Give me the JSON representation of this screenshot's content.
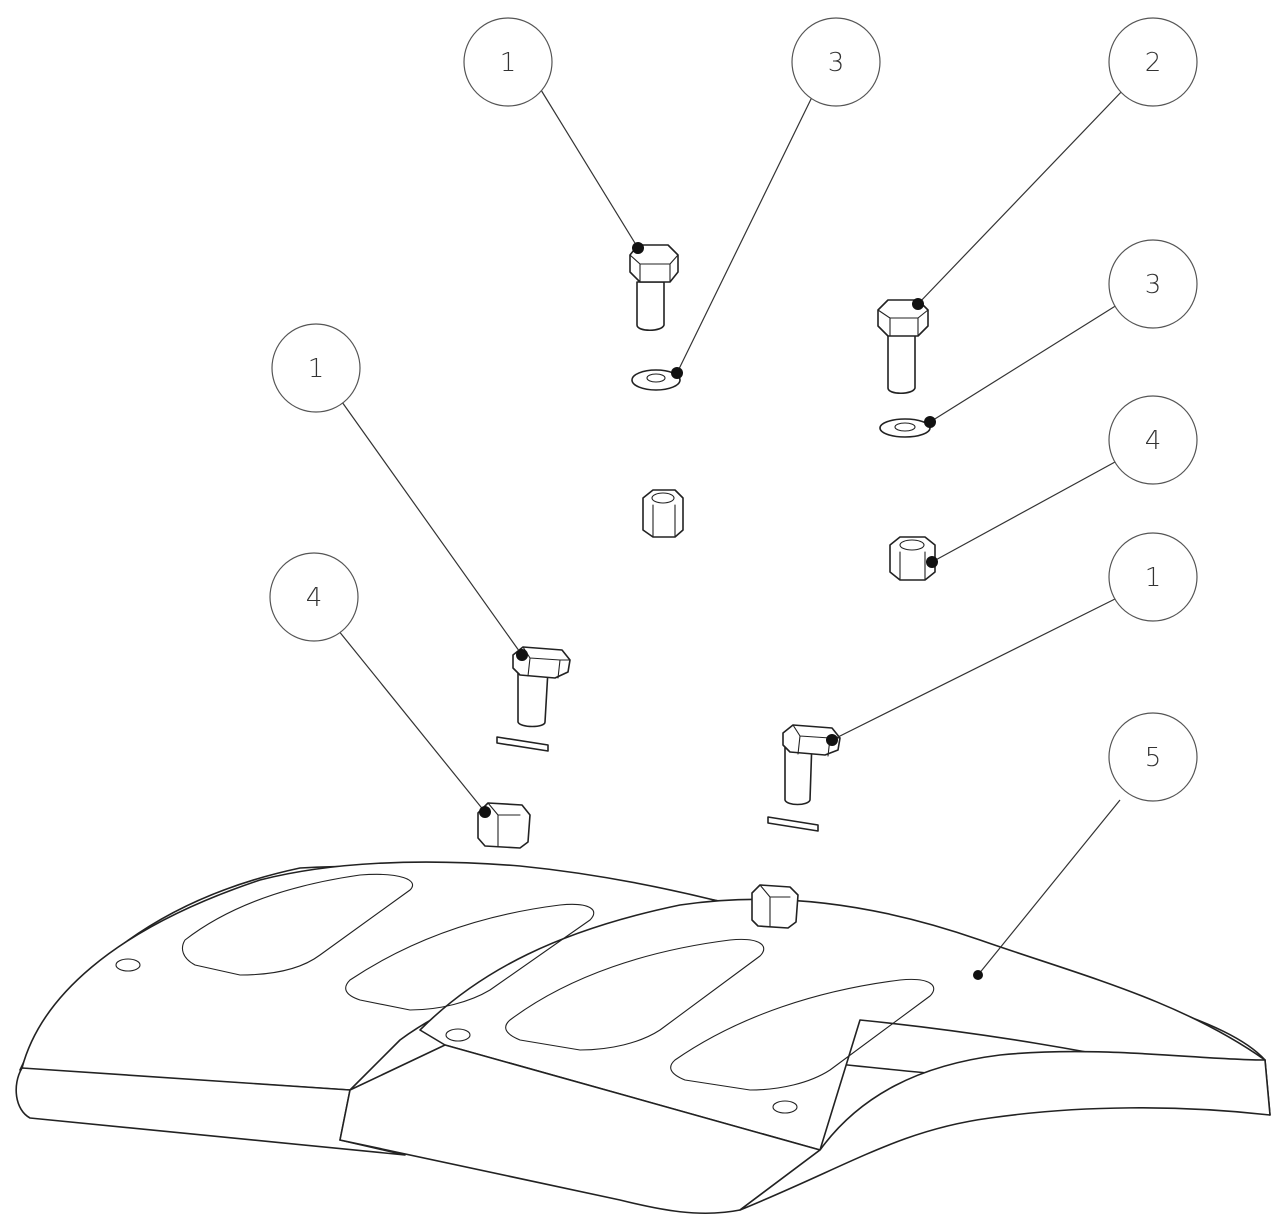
{
  "balloons": [
    {
      "label": "1",
      "target": "bolt-top"
    },
    {
      "label": "3",
      "target": "washer-top"
    },
    {
      "label": "2",
      "target": "bolt-right"
    },
    {
      "label": "3",
      "target": "washer-right"
    },
    {
      "label": "1",
      "target": "bolt-left"
    },
    {
      "label": "4",
      "target": "nut-right"
    },
    {
      "label": "4",
      "target": "nut-left"
    },
    {
      "label": "1",
      "target": "bolt-center"
    },
    {
      "label": "5",
      "target": "guard-plate"
    }
  ]
}
